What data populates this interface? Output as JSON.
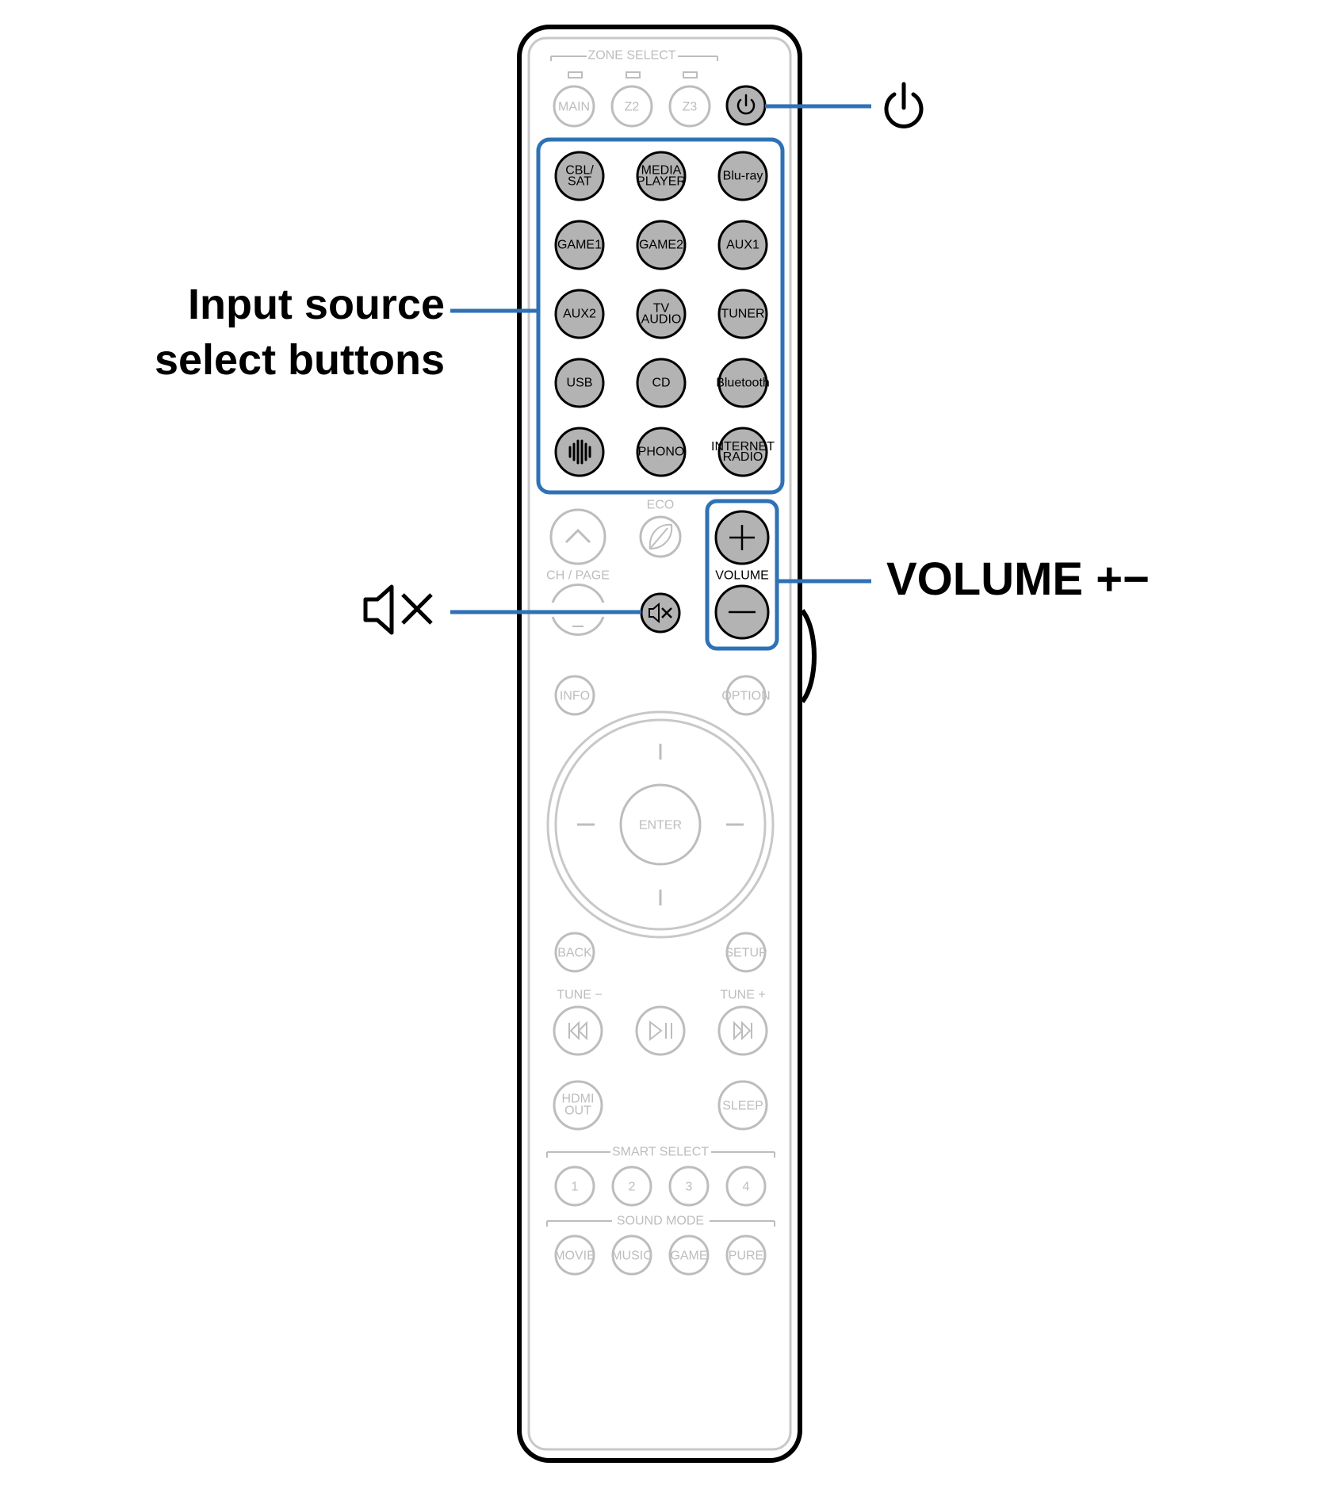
{
  "zone_select": {
    "title": "ZONE SELECT",
    "buttons": [
      "MAIN",
      "Z2",
      "Z3"
    ]
  },
  "input_buttons": [
    [
      "CBL/",
      "SAT"
    ],
    [
      "MEDIA",
      "PLAYER"
    ],
    [
      "Blu-ray"
    ],
    [
      "GAME1"
    ],
    [
      "GAME2"
    ],
    [
      "AUX1"
    ],
    [
      "AUX2"
    ],
    [
      "TV",
      "AUDIO"
    ],
    [
      "TUNER"
    ],
    [
      "USB"
    ],
    [
      "CD"
    ],
    [
      "Bluetooth"
    ],
    [
      ""
    ],
    [
      "PHONO"
    ],
    [
      "INTERNET",
      "RADIO"
    ]
  ],
  "labels": {
    "eco": "ECO",
    "ch_page": "CH / PAGE",
    "volume": "VOLUME",
    "enter": "ENTER",
    "info": "INFO",
    "option": "OPTION",
    "back": "BACK",
    "setup": "SETUP",
    "tune_minus": "TUNE −",
    "tune_plus": "TUNE +",
    "hdmi_out": [
      "HDMI",
      "OUT"
    ],
    "sleep": "SLEEP",
    "smart_select": "SMART SELECT",
    "sound_mode": "SOUND MODE"
  },
  "smart_select_buttons": [
    "1",
    "2",
    "3",
    "4"
  ],
  "sound_mode_buttons": [
    "MOVIE",
    "MUSIC",
    "GAME",
    "PURE"
  ],
  "callouts": {
    "input_source": [
      "Input source",
      "select buttons"
    ],
    "volume": "VOLUME +−"
  },
  "icons": {
    "power": "power-icon",
    "mute": "mute-icon",
    "heos": "heos-icon",
    "eco_leaf": "leaf-icon"
  },
  "colors": {
    "highlight_frame": "#2e72b5",
    "active_button_fill": "#b3b3b3",
    "inactive_gray": "#bdbdbd"
  }
}
